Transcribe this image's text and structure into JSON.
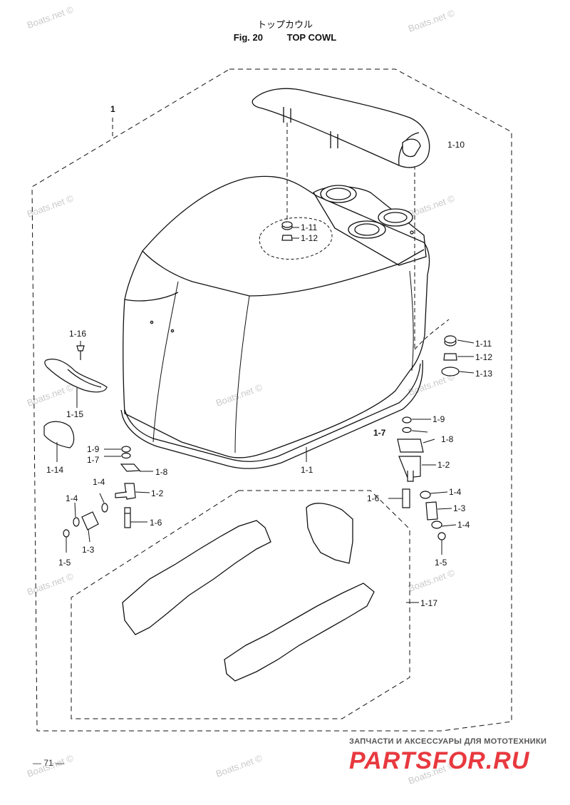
{
  "header": {
    "title_jp": "トップカウル",
    "fig_label": "Fig. 20",
    "title_en": "TOP COWL"
  },
  "watermark": "Boats.net ©",
  "callouts": {
    "c1": "1",
    "c1_1": "1-1",
    "c1_2_left": "1-2",
    "c1_2_right": "1-2",
    "c1_3_left": "1-3",
    "c1_3_right": "1-3",
    "c1_4_left_a": "1-4",
    "c1_4_left_b": "1-4",
    "c1_4_right_a": "1-4",
    "c1_4_right_b": "1-4",
    "c1_5_left": "1-5",
    "c1_5_right": "1-5",
    "c1_6_left": "1-6",
    "c1_6_right": "1-6",
    "c1_7_left": "1-7",
    "c1_7_right": "1-7",
    "c1_8_left": "1-8",
    "c1_8_right": "1-8",
    "c1_9_left": "1-9",
    "c1_9_right": "1-9",
    "c1_10": "1-10",
    "c1_11_top": "1-11",
    "c1_11_right": "1-11",
    "c1_12_top": "1-12",
    "c1_12_right": "1-12",
    "c1_13": "1-13",
    "c1_14": "1-14",
    "c1_15": "1-15",
    "c1_16": "1-16",
    "c1_17": "1-17"
  },
  "footer": {
    "page_number": "— 71 —",
    "brand_subtitle": "ЗАПЧАСТИ И АКСЕССУАРЫ ДЛЯ МОТОТЕХНИКИ",
    "brand_name": "PARTSFOR.RU"
  },
  "colors": {
    "line": "#111111",
    "watermark": "#c9c9c9",
    "brand_red": "#e8393f",
    "brand_subtitle": "#555555"
  }
}
